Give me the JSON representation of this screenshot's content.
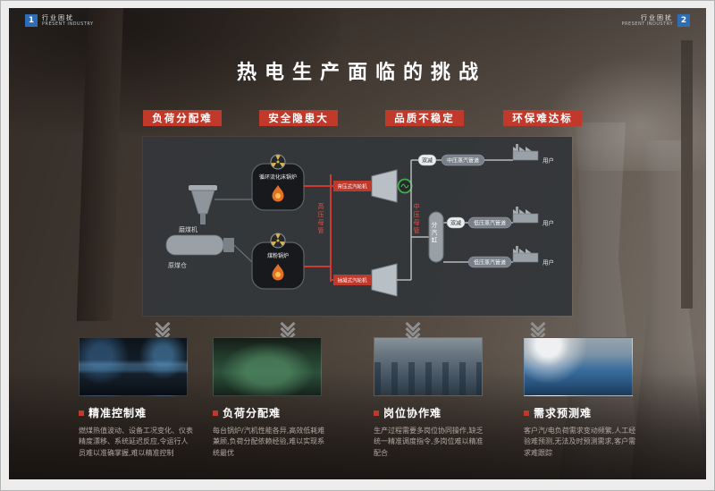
{
  "header": {
    "left_badge": {
      "number": "1",
      "title": "行业困扰",
      "subtitle": "PRESENT INDUSTRY"
    },
    "right_badge": {
      "number": "2",
      "title": "行业困扰",
      "subtitle": "PRESENT INDUSTRY"
    },
    "title": "热电生产面临的挑战"
  },
  "colors": {
    "accent_red": "#c0392b",
    "badge_blue": "#2f6db5",
    "panel_bg": "#34373a"
  },
  "tags": [
    {
      "label": "负荷分配难"
    },
    {
      "label": "安全隐患大"
    },
    {
      "label": "品质不稳定"
    },
    {
      "label": "环保难达标"
    }
  ],
  "diagram": {
    "coal_mill": "磨煤机",
    "raw_coal_bunker": "原煤仓",
    "cfb_boiler": "循环流化床锅炉",
    "pc_boiler": "煤粉锅炉",
    "hp_header": "高压母管",
    "mp_header": "中压母管",
    "bp_turbine": "背压式汽轮机",
    "cond_turbine": "抽凝式汽轮机",
    "steam_cylinder": "分汽缸",
    "mp_steam_pipe": "中压蒸汽管道",
    "lp_steam_pipe_1": "低压蒸汽管道",
    "lp_steam_pipe_2": "低压蒸汽管道",
    "reducer_1": "双减",
    "reducer_2": "双减",
    "user_1": "用户",
    "user_2": "用户",
    "user_3": "用户"
  },
  "cards": [
    {
      "title": "精准控制难",
      "desc": "燃煤热值波动、设备工况变化、仪表精度漂移、系统延迟反应,令运行人员难以准确掌握,难以精准控制"
    },
    {
      "title": "负荷分配难",
      "desc": "每台锅炉/汽机性能各异,高效低耗难兼顾,负荷分配依赖经验,难以实现系统最优"
    },
    {
      "title": "岗位协作难",
      "desc": "生产过程需要多岗位协同操作,缺乏统一精准调度指令,多岗位难以精准配合"
    },
    {
      "title": "需求预测难",
      "desc": "客户汽/电负荷需求变动频繁,人工经验难预测,无法及时预测需求,客户需求难跟踪"
    }
  ]
}
